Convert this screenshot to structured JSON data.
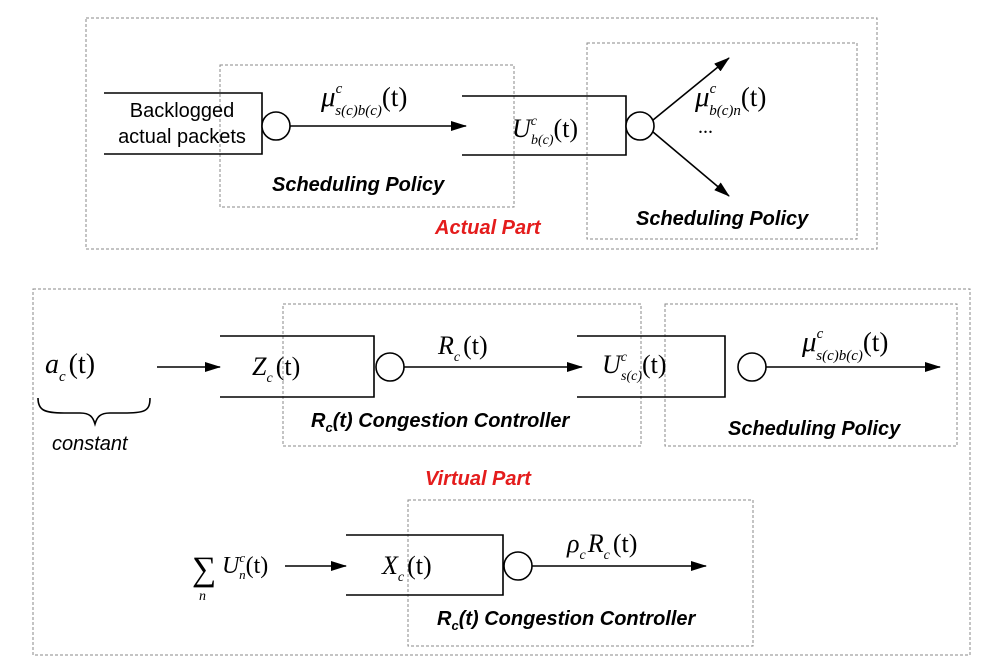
{
  "actual": {
    "section_label": "Actual Part",
    "source_line1": "Backlogged",
    "source_line2": "actual packets",
    "rate_in": {
      "sym": "μ",
      "sup": "c",
      "sub": "s(c)b(c)",
      "arg": "(t)"
    },
    "queue": {
      "sym": "U",
      "sup": "c",
      "sub": "b(c)",
      "arg": "(t)"
    },
    "rate_out": {
      "sym": "μ",
      "sup": "c",
      "sub": "b(c)n",
      "arg": "(t)"
    },
    "ellipsis": "...",
    "policy1": "Scheduling Policy",
    "policy2": "Scheduling Policy"
  },
  "virtual": {
    "section_label": "Virtual Part",
    "input": {
      "sym": "a",
      "sub": "c",
      "arg": "(t)"
    },
    "constant_label": "constant",
    "queue_z": {
      "sym": "Z",
      "sub": "c",
      "arg": "(t)"
    },
    "rate_r": {
      "sym": "R",
      "sub": "c",
      "arg": "(t)"
    },
    "queue_u": {
      "sym": "U",
      "sup": "c",
      "sub": "s(c)",
      "arg": "(t)"
    },
    "rate_out": {
      "sym": "μ",
      "sup": "c",
      "sub": "s(c)b(c)",
      "arg": "(t)"
    },
    "controller1": {
      "main": "R",
      "sub": "c",
      "rest": "(t) Congestion Controller"
    },
    "policy": "Scheduling Policy",
    "sum_input": {
      "sum": "∑",
      "index": "n",
      "sym": "U",
      "sup": "c",
      "sub": "n",
      "arg": "(t)"
    },
    "queue_x": {
      "sym": "X",
      "sub": "c",
      "arg": "(t)"
    },
    "rate_rho": {
      "sym1": "ρ",
      "sub1": "c",
      "sym2": "R",
      "sub2": "c",
      "arg": "(t)"
    },
    "controller2": {
      "main": "R",
      "sub": "c",
      "rest": "(t) Congestion Controller"
    }
  }
}
